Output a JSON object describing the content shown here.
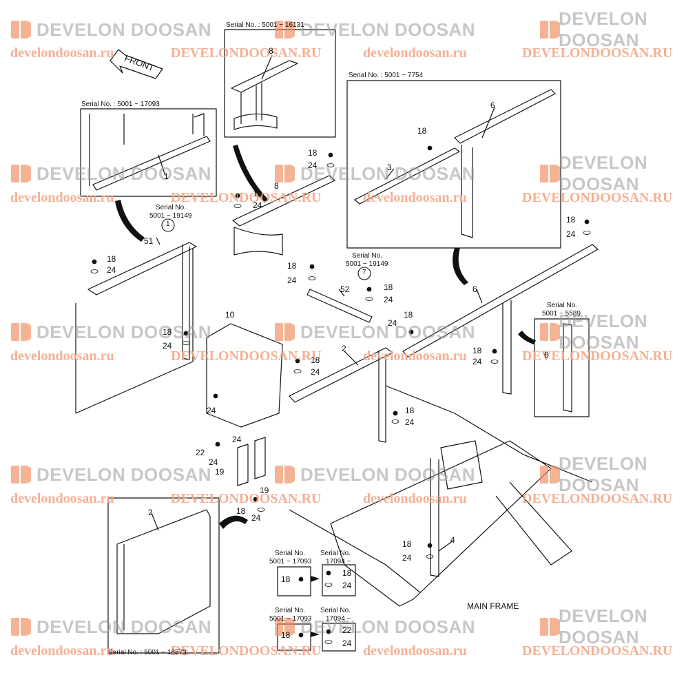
{
  "watermark": {
    "brand": "DEVELON DOOSAN",
    "url_lower": "develondoosan.ru",
    "url_upper": "DEVELONDOOSAN.RU",
    "brand_color": "#9a9a9a",
    "url_color": "#f4a889",
    "logo_color": "#f08a5d"
  },
  "direction": "FRONT",
  "main_frame_label": "MAIN FRAME",
  "insets": {
    "inset_8": {
      "serial": "Serial No. : 5001 ~ 16131",
      "callout": "8"
    },
    "inset_1": {
      "serial": "Serial No. : 5001 ~ 17093",
      "callout": "1"
    },
    "inset_3_6": {
      "serial": "Serial No. : 5001 ~ 7754",
      "callouts": [
        "6",
        "18",
        "3"
      ]
    },
    "inset_6": {
      "serial_line1": "Serial No.",
      "serial_line2": "5001 ~ 5589",
      "callout": "6"
    },
    "inset_2": {
      "serial": "Serial No. : 5001 ~ 18573",
      "callout": "2"
    },
    "box_18_a": {
      "line1": "Serial No.",
      "line2": "5001 ~ 17093",
      "callout": "18"
    },
    "box_18_24": {
      "line1": "Serial No.",
      "line2": "17094 ~",
      "callouts": [
        "18",
        "24"
      ]
    },
    "box_18_b": {
      "line1": "Serial No.",
      "line2": "5001 ~ 17093",
      "callout": "18"
    },
    "box_22_24": {
      "line1": "Serial No.",
      "line2": "17094 ~",
      "callouts": [
        "22",
        "24"
      ]
    }
  },
  "serial_notes": {
    "note_51": {
      "line1": "Serial No.",
      "line2": "5001 ~ 19149",
      "circled": "1",
      "part": "51"
    },
    "note_52": {
      "line1": "Serial No.",
      "line2": "5001 ~ 19149",
      "circled": "7",
      "part": "52"
    }
  },
  "callouts": {
    "c18a": "18",
    "c24a": "24",
    "c8b": "8",
    "c18b": "18",
    "c24b": "24",
    "c18c": "18",
    "c24c": "24",
    "c18d": "18",
    "c24d": "24",
    "c52": "52",
    "c18e": "18",
    "c24e": "24",
    "c6": "6",
    "c18f": "18",
    "c24f": "24",
    "c18g": "18",
    "c24g": "24",
    "c10": "10",
    "c18h": "18",
    "c24h": "24",
    "c2": "2",
    "c24i": "24",
    "c18i": "18",
    "c18j": "18",
    "c24j": "24",
    "c24k": "24",
    "c22": "22",
    "c24l": "24",
    "c19a": "19",
    "c19b": "19",
    "c18k": "18",
    "c24m": "24",
    "c18l": "18",
    "c24n": "24",
    "c4": "4",
    "c18m": "18",
    "c24o": "24"
  }
}
